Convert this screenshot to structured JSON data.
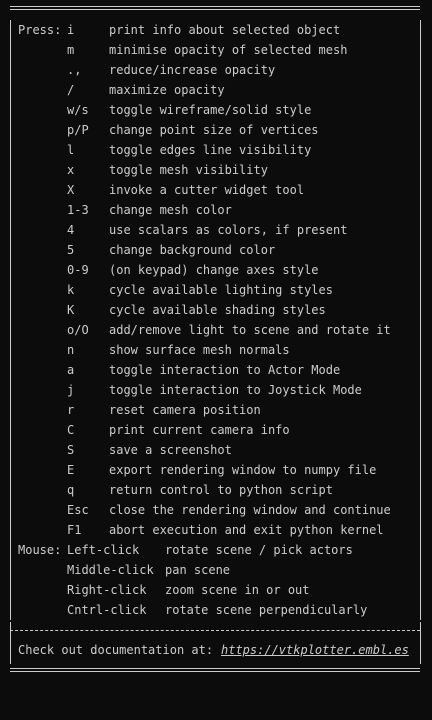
{
  "press_label": "Press:",
  "press_items": [
    {
      "key": "i",
      "desc": "print info about selected object"
    },
    {
      "key": "m",
      "desc": "minimise opacity of selected mesh"
    },
    {
      "key": ".,",
      "desc": "reduce/increase opacity"
    },
    {
      "key": "/",
      "desc": "maximize opacity"
    },
    {
      "key": "w/s",
      "desc": "toggle wireframe/solid style"
    },
    {
      "key": "p/P",
      "desc": "change point size of vertices"
    },
    {
      "key": "l",
      "desc": "toggle edges line visibility"
    },
    {
      "key": "x",
      "desc": "toggle mesh visibility"
    },
    {
      "key": "X",
      "desc": "invoke a cutter widget tool"
    },
    {
      "key": "1-3",
      "desc": "change mesh color"
    },
    {
      "key": "4",
      "desc": "use scalars as colors, if present"
    },
    {
      "key": "5",
      "desc": "change background color"
    },
    {
      "key": "0-9",
      "desc": "(on keypad) change axes style"
    },
    {
      "key": "k",
      "desc": "cycle available lighting styles"
    },
    {
      "key": "K",
      "desc": "cycle available shading styles"
    },
    {
      "key": "o/O",
      "desc": "add/remove light to scene and rotate it"
    },
    {
      "key": "n",
      "desc": "show surface mesh normals"
    },
    {
      "key": "a",
      "desc": "toggle interaction to Actor Mode"
    },
    {
      "key": "j",
      "desc": "toggle interaction to Joystick Mode"
    },
    {
      "key": "r",
      "desc": "reset camera position"
    },
    {
      "key": "C",
      "desc": "print current camera info"
    },
    {
      "key": "S",
      "desc": "save a screenshot"
    },
    {
      "key": "E",
      "desc": "export rendering window to numpy file"
    },
    {
      "key": "q",
      "desc": "return control to python script"
    },
    {
      "key": "Esc",
      "desc": "close the rendering window and continue"
    },
    {
      "key": "F1",
      "desc": "abort execution and exit python kernel"
    }
  ],
  "mouse_label": "Mouse:",
  "mouse_items": [
    {
      "key": "Left-click",
      "desc": "rotate scene / pick actors"
    },
    {
      "key": "Middle-click",
      "desc": "pan scene"
    },
    {
      "key": "Right-click",
      "desc": "zoom scene in or out"
    },
    {
      "key": "Cntrl-click",
      "desc": "rotate scene perpendicularly"
    }
  ],
  "footer": {
    "text": "Check out documentation at:",
    "link": "https://vtkplotter.embl.es"
  }
}
